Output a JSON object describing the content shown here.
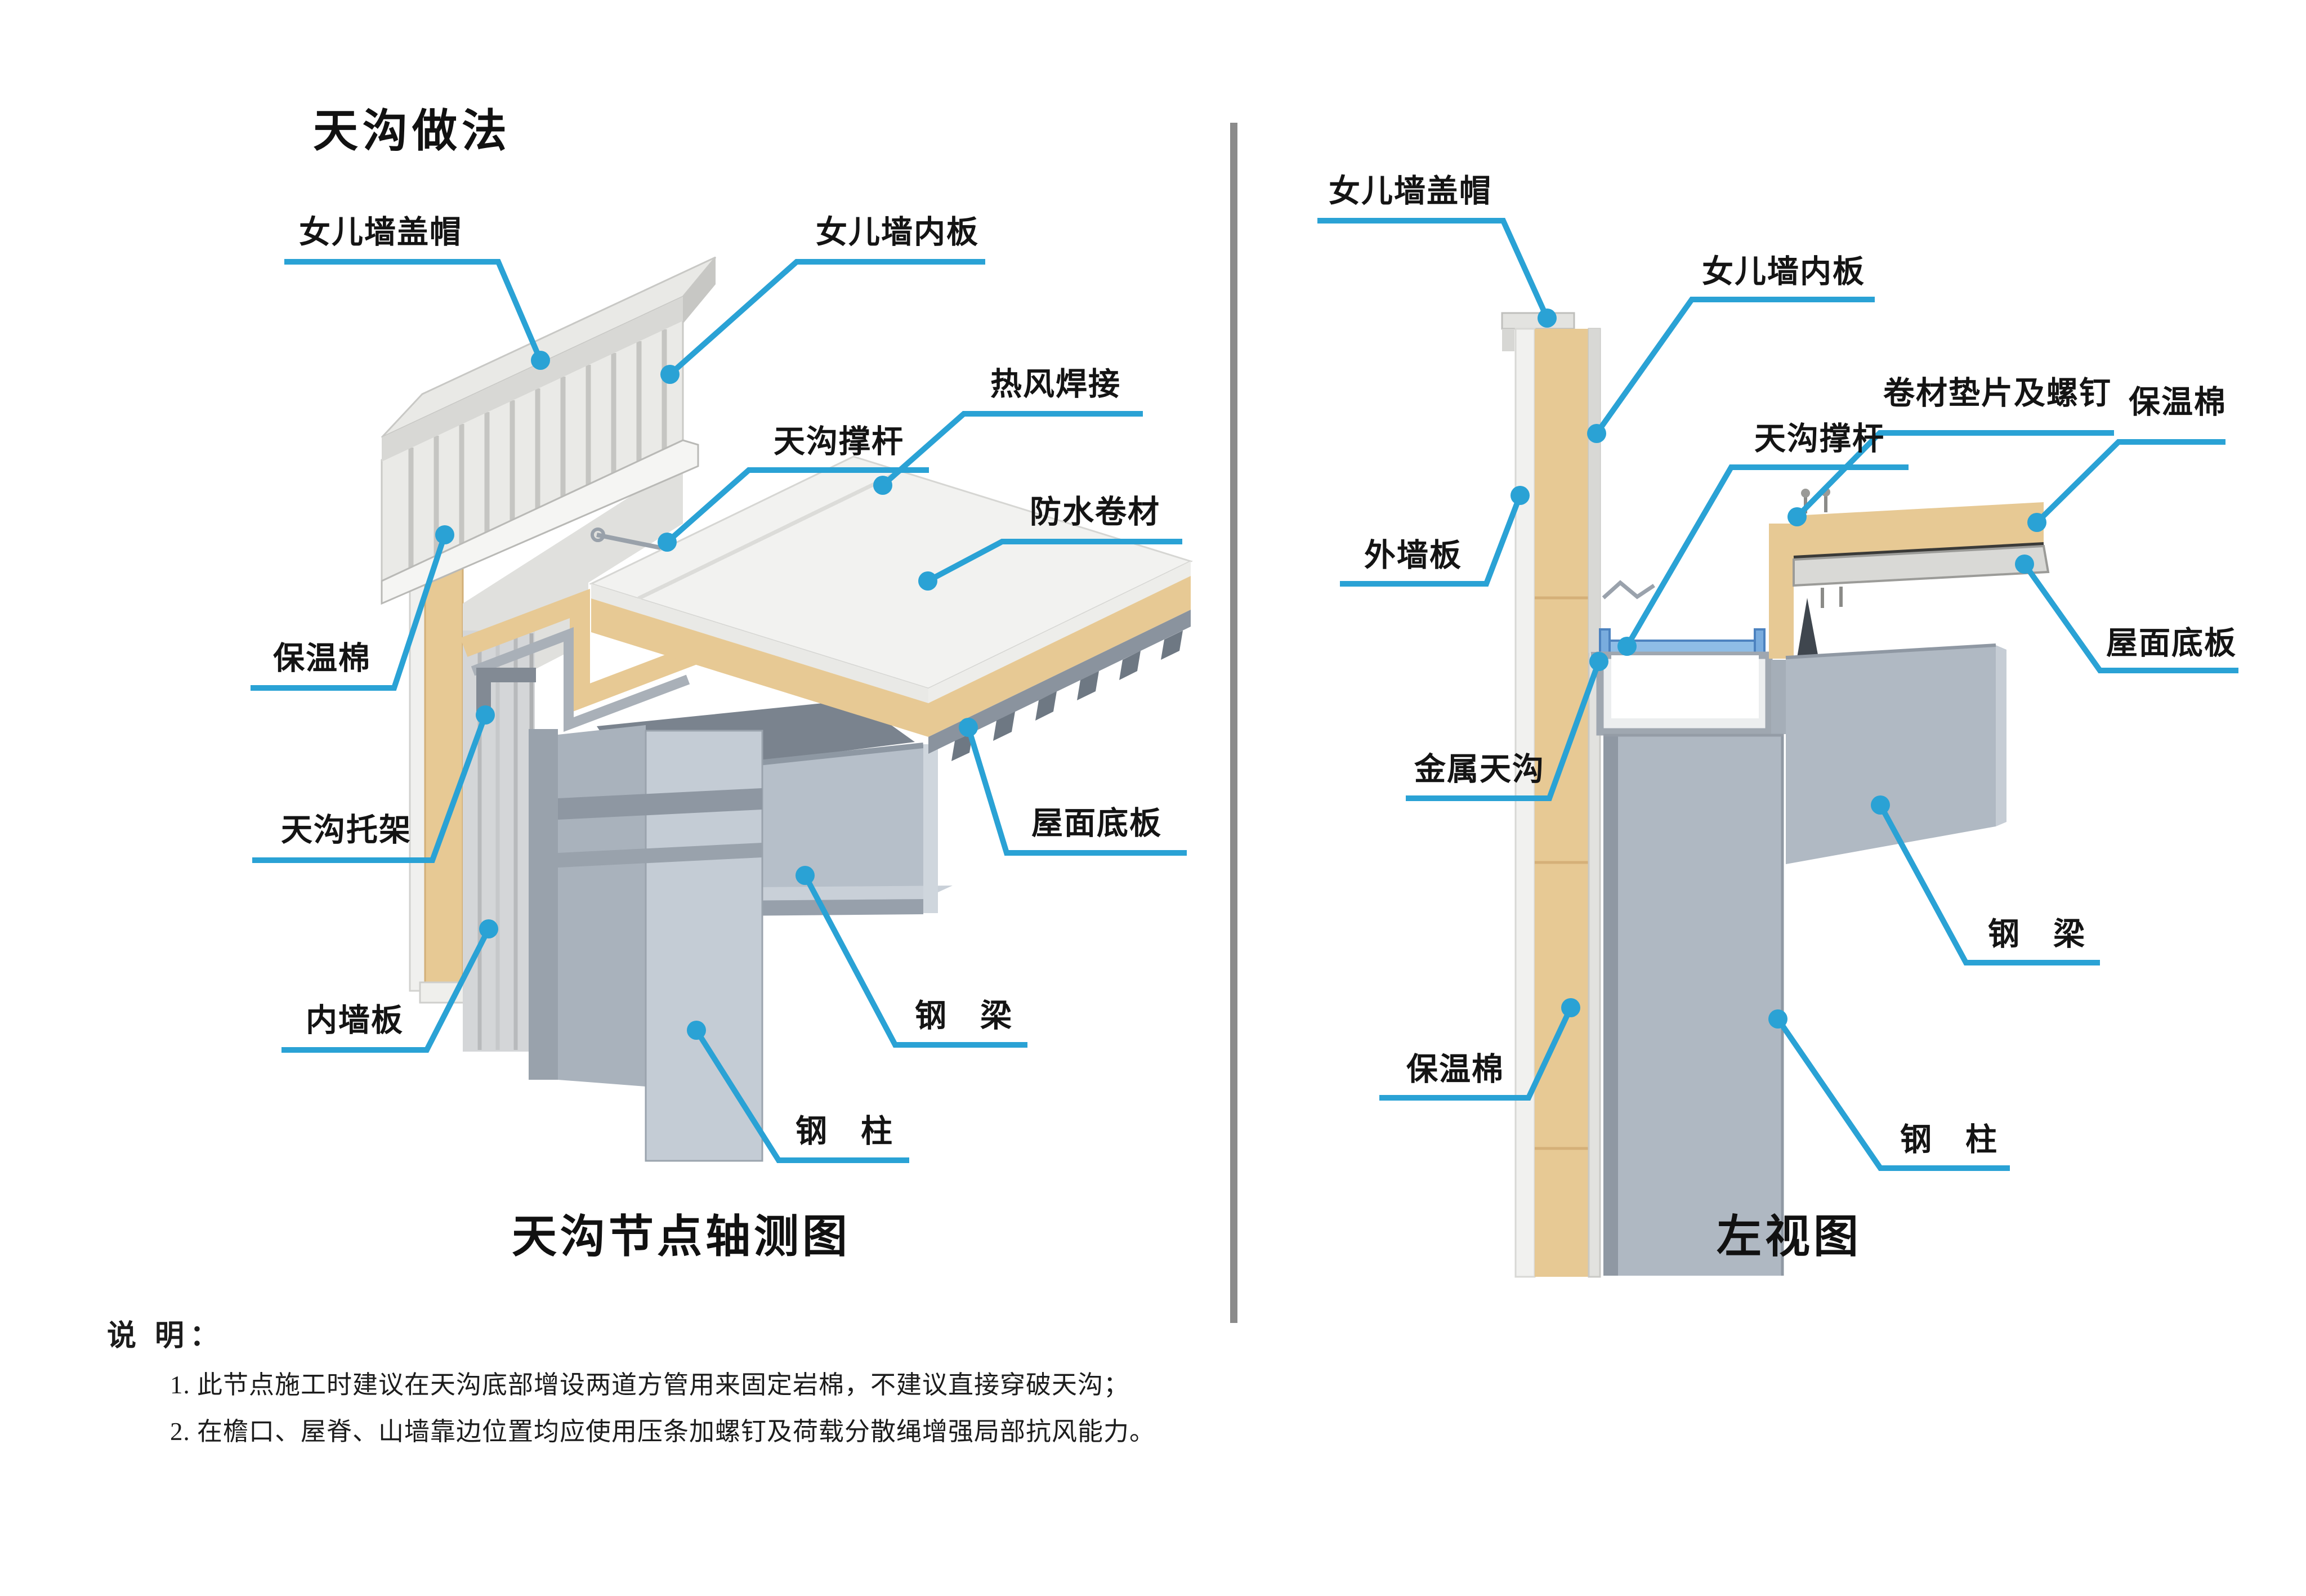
{
  "page": {
    "title": "天沟做法"
  },
  "left_view": {
    "caption": "天沟节点轴测图",
    "labels": {
      "parapet_cap": "女儿墙盖帽",
      "parapet_inner_panel": "女儿墙内板",
      "hot_air_weld": "热风焊接",
      "gutter_strut": "天沟撑杆",
      "waterproof_membrane": "防水卷材",
      "insulation": "保温棉",
      "gutter_bracket": "天沟托架",
      "inner_wall_panel": "内墙板",
      "roof_deck": "屋面底板",
      "steel_beam": "钢　梁",
      "steel_column": "钢　柱"
    }
  },
  "right_view": {
    "caption": "左视图",
    "labels": {
      "parapet_cap": "女儿墙盖帽",
      "parapet_inner_panel": "女儿墙内板",
      "gutter_strut": "天沟撑杆",
      "membrane_washer_screws": "卷材垫片及螺钉",
      "insulation_top": "保温棉",
      "outer_wall_panel": "外墙板",
      "roof_deck": "屋面底板",
      "metal_gutter": "金属天沟",
      "steel_beam": "钢　梁",
      "insulation_lower": "保温棉",
      "steel_column": "钢　柱"
    }
  },
  "notes": {
    "heading": "说 明：",
    "items": [
      "1. 此节点施工时建议在天沟底部增设两道方管用来固定岩棉，不建议直接穿破天沟；",
      "2. 在檐口、屋脊、山墙靠边位置均应使用压条加螺钉及荷载分散绳增强局部抗风能力。"
    ]
  },
  "colors": {
    "leader_blue": "#2AA2D5",
    "insulation_tan": "#E7C994",
    "steel_light": "#C4CCD5",
    "steel_mid": "#AEB7C1",
    "steel_dark": "#8E97A2",
    "membrane_white": "#F2F2F0",
    "divider_gray": "#8B8B8B"
  }
}
